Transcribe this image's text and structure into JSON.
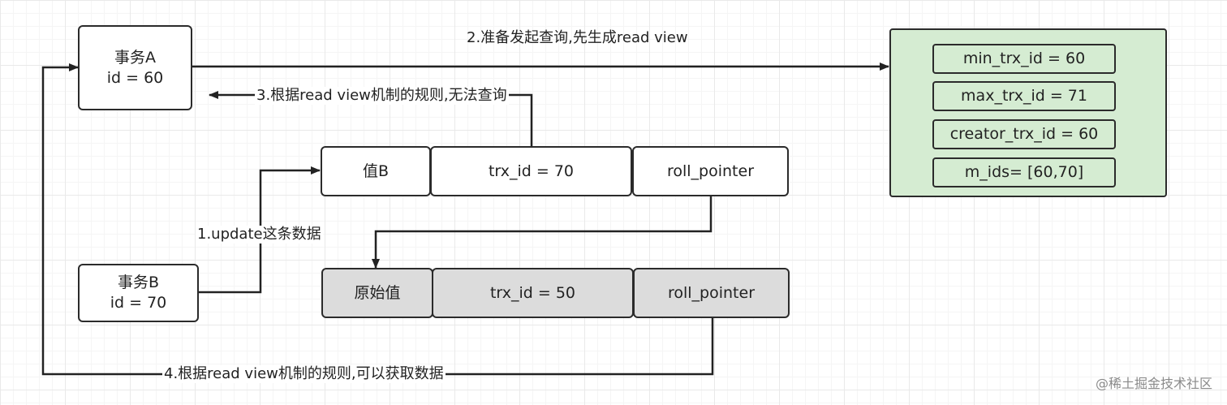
{
  "transaction_a": {
    "name": "事务A",
    "id": "id = 60"
  },
  "transaction_b": {
    "name": "事务B",
    "id": "id = 70"
  },
  "record_b": {
    "value": "值B",
    "trx_id": "trx_id = 70",
    "pointer": "roll_pointer"
  },
  "record_original": {
    "value": "原始值",
    "trx_id": "trx_id = 50",
    "pointer": "roll_pointer"
  },
  "read_view": {
    "min_trx_id": "min_trx_id = 60",
    "max_trx_id": "max_trx_id = 71",
    "creator_trx_id": "creator_trx_id = 60",
    "m_ids": "m_ids= [60,70]"
  },
  "steps": {
    "step1": "1.update这条数据",
    "step2": "2.准备发起查询,先生成read view",
    "step3": "3.根据read view机制的规则,无法查询",
    "step4": "4.根据read view机制的规则,可以获取数据"
  },
  "watermark": "@稀土掘金技术社区"
}
